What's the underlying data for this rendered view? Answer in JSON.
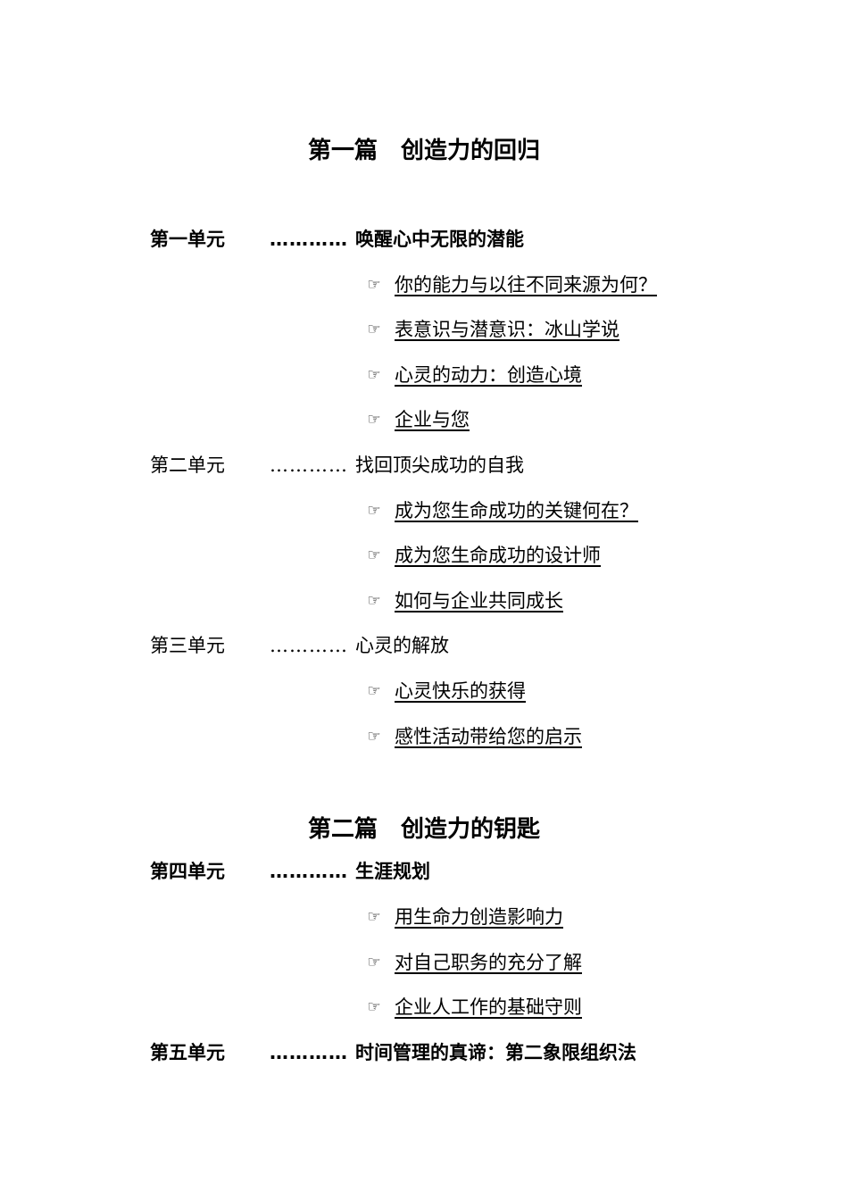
{
  "parts": [
    {
      "title": "第一篇　创造力的回归",
      "units": [
        {
          "label": "第一单元",
          "dots": "…………",
          "title": "唤醒心中无限的潜能",
          "bold": true,
          "items": [
            "你的能力与以往不同来源为何？",
            "表意识与潜意识：冰山学说",
            "心灵的动力：创造心境",
            "企业与您"
          ]
        },
        {
          "label": "第二单元",
          "dots": "…………",
          "title": "找回顶尖成功的自我",
          "bold": false,
          "items": [
            "成为您生命成功的关键何在？",
            "成为您生命成功的设计师",
            "如何与企业共同成长"
          ]
        },
        {
          "label": "第三单元",
          "dots": "…………",
          "title": "心灵的解放",
          "bold": false,
          "items": [
            "心灵快乐的获得",
            "感性活动带给您的启示"
          ]
        }
      ]
    },
    {
      "title": "第二篇　创造力的钥匙",
      "units": [
        {
          "label": "第四单元",
          "dots": "…………",
          "title": "生涯规划",
          "bold": true,
          "items": [
            "用生命力创造影响力",
            "对自己职务的充分了解",
            "企业人工作的基础守则"
          ]
        },
        {
          "label": "第五单元",
          "dots": "…………",
          "title": "时间管理的真谛：第二象限组织法",
          "bold": true,
          "items": []
        }
      ]
    }
  ],
  "icons": {
    "bullet": "hand-pointing-icon",
    "glyph": "☞"
  }
}
